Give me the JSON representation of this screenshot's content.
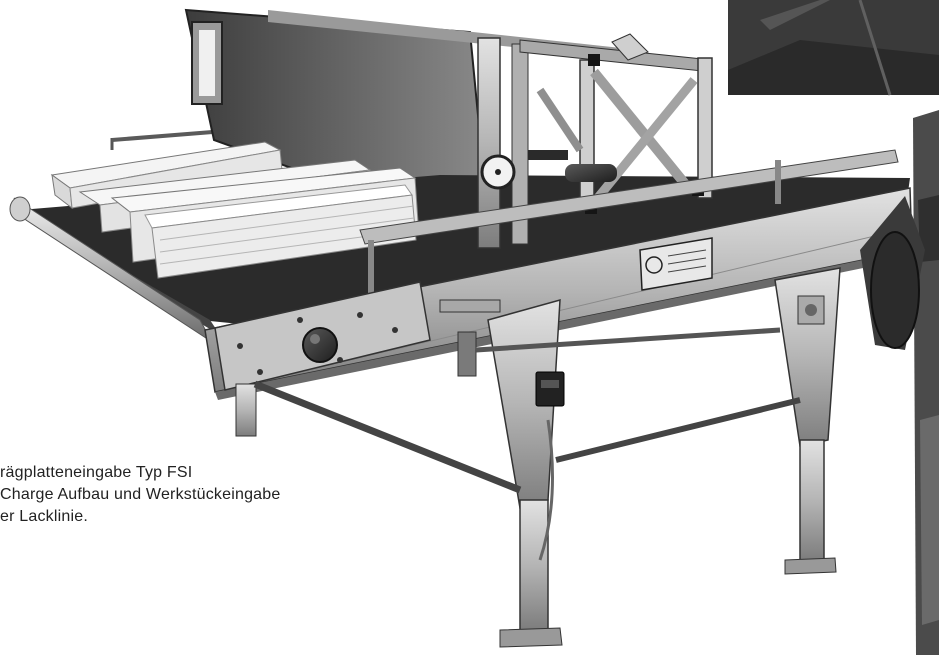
{
  "caption": {
    "line1": "rägplatteneingabe Typ FSI",
    "line2": "Charge Aufbau und Werkstückeingabe",
    "line3": "er Lacklinie."
  },
  "colors": {
    "paper": "#ffffff",
    "metal_light": "#c9c9c9",
    "metal_mid": "#9a9a9a",
    "metal_dark": "#4a4a4a",
    "black": "#141414",
    "boards": "#efefef"
  },
  "icons": {
    "knob": "round-knob-icon",
    "switch": "push-switch-icon",
    "gauge": "round-gauge-icon",
    "nameplate": "nameplate-icon"
  }
}
